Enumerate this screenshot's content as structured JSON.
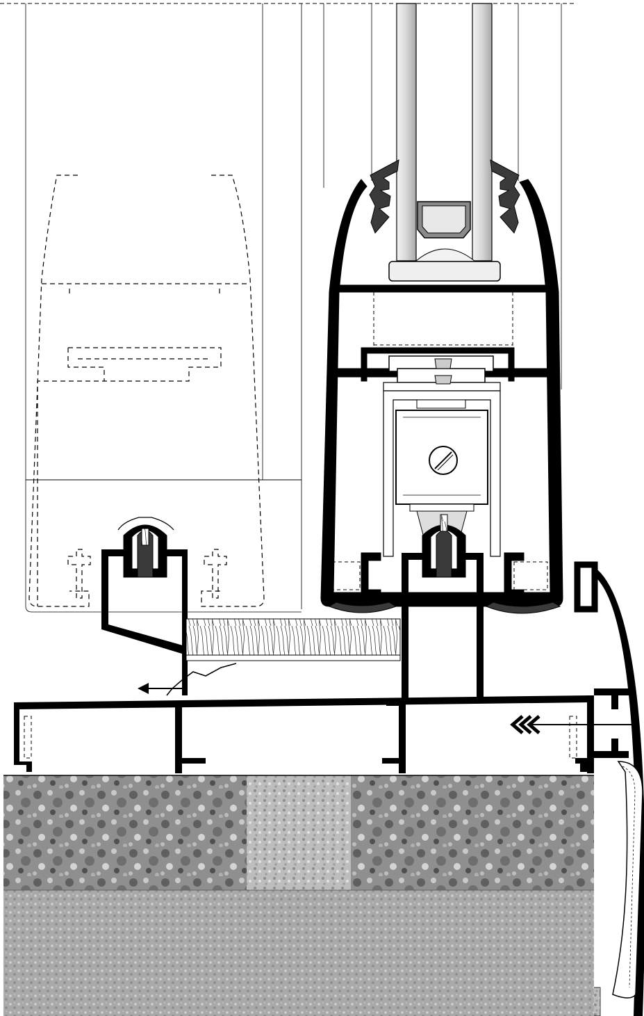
{
  "diagram": {
    "kind": "window frame cross-section drawing",
    "colors": {
      "ink": "#000000",
      "paper": "#ffffff",
      "glass_light": "#e9e9e9",
      "glass_mid": "#bdbdbd",
      "gasket": "#3a3a3a",
      "stone": "#8a8a8a",
      "plaster": "#a9a9a9",
      "brush": "#d9d9d9"
    },
    "components": [
      "double-glazing-pane",
      "glazing-gasket",
      "spacer-bar",
      "sash-profile",
      "hardware-roller",
      "adjustment-screw",
      "brush-seal",
      "outer-frame-profile",
      "rail-profile",
      "cover-cap",
      "concrete-sill",
      "plaster-wall",
      "drainage-arrow",
      "airflow-arrow",
      "ghost-sash-outline"
    ]
  }
}
